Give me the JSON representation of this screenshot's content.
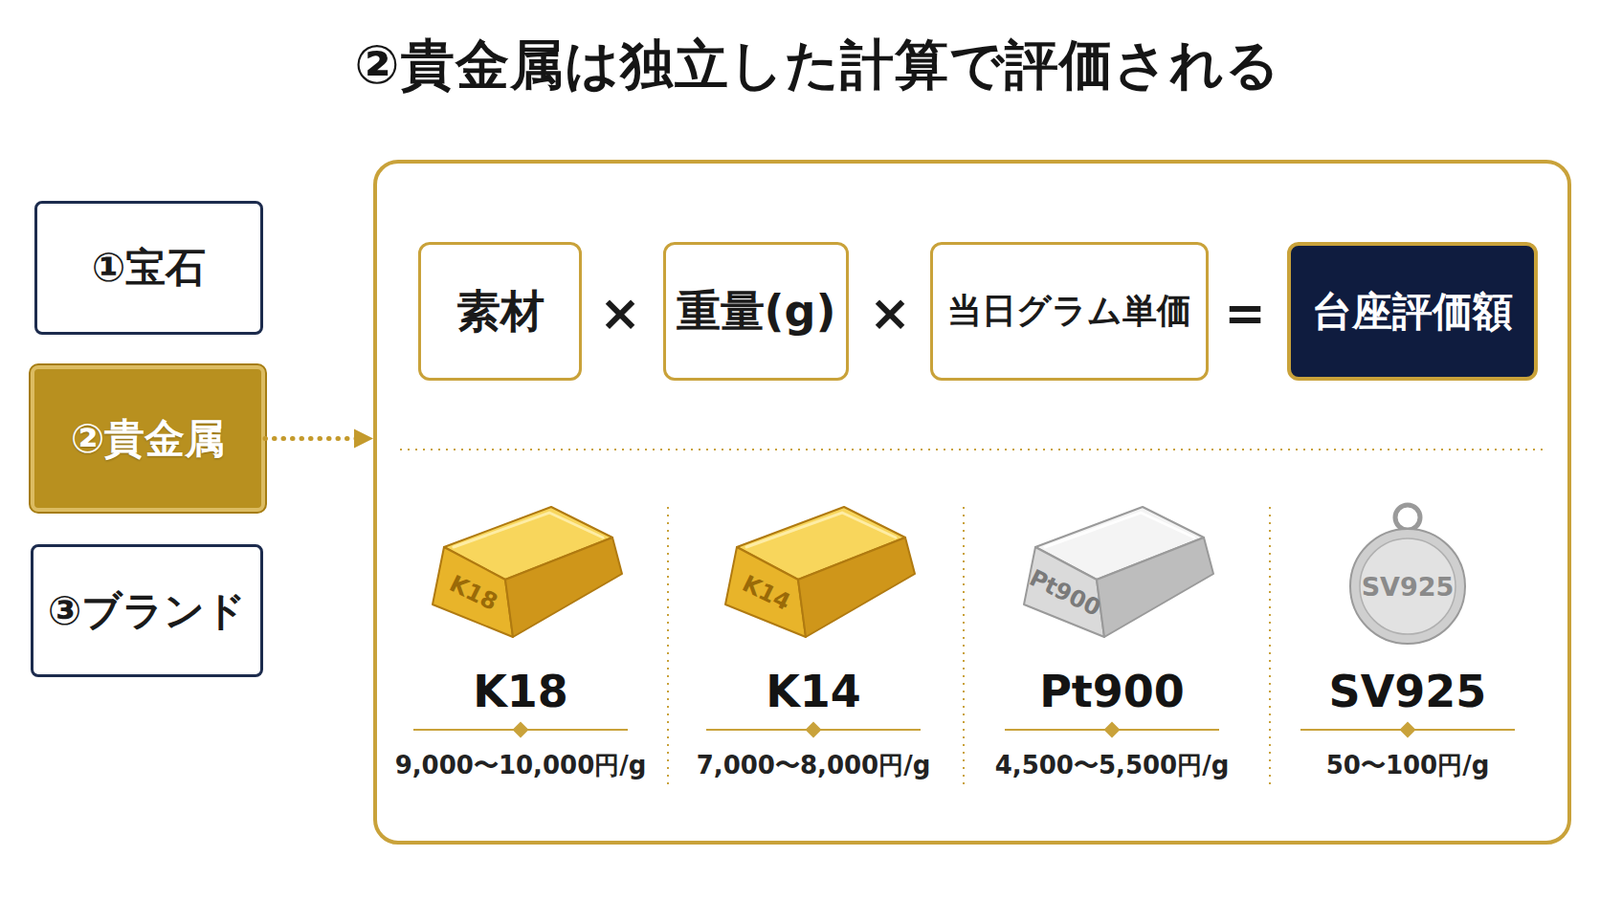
{
  "diagram": {
    "title": "②貴金属は独立した計算で評価される",
    "nodes": [
      {
        "text": [
          "①宝石"
        ]
      },
      {
        "text": [
          "②貴金属"
        ]
      },
      {
        "text": [
          "③ブランド"
        ]
      },
      {
        "text": []
      },
      {
        "text": [
          "素材"
        ],
        "in": 3
      },
      {
        "text": [
          "重量(g)"
        ],
        "in": 3
      },
      {
        "text": [
          "当日グラム単価"
        ],
        "in": 3
      },
      {
        "text": [
          "台座評価額"
        ],
        "in": 3
      }
    ],
    "edges": [
      {
        "from": 1,
        "to": 3,
        "arrow": "to"
      }
    ],
    "labels": [
      "×",
      "×",
      "=",
      "K18",
      "K18",
      "9,000〜10,000円/g",
      "K14",
      "K14",
      "7,000〜8,000円/g",
      "Pt900",
      "Pt900",
      "4,500〜5,500円/g",
      "SV925",
      "SV925",
      "50〜100円/g"
    ]
  }
}
